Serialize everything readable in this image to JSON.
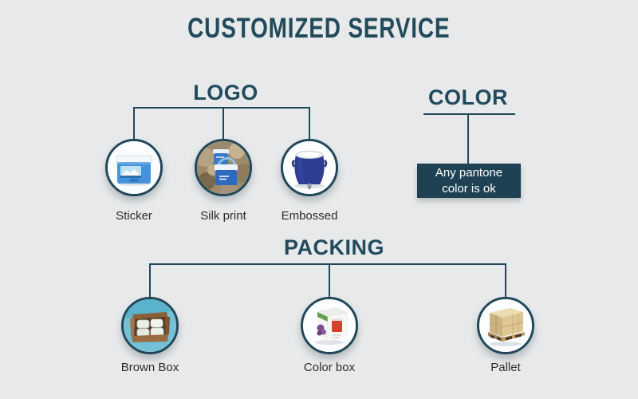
{
  "title": "CUSTOMIZED SERVICE",
  "colors": {
    "background": "#e7e9ea",
    "accent": "#20485a",
    "heading_text": "#214a5d",
    "note_box_fill": "#1e4254",
    "note_text": "#ffffff",
    "label_text": "#2c2c2c"
  },
  "sections": {
    "logo": {
      "heading": "LOGO",
      "items": [
        {
          "label": "Sticker",
          "icon": "sticker-cooler-photo-icon"
        },
        {
          "label": "Silk print",
          "icon": "silkprint-coolers-photo-icon"
        },
        {
          "label": "Embossed",
          "icon": "embossed-barrel-photo-icon"
        }
      ]
    },
    "color": {
      "heading": "COLOR",
      "note": "Any pantone color is ok"
    },
    "packing": {
      "heading": "PACKING",
      "items": [
        {
          "label": "Brown Box",
          "icon": "brown-box-photo-icon"
        },
        {
          "label": "Color box",
          "icon": "color-box-photo-icon"
        },
        {
          "label": "Pallet",
          "icon": "pallet-photo-icon"
        }
      ]
    }
  }
}
